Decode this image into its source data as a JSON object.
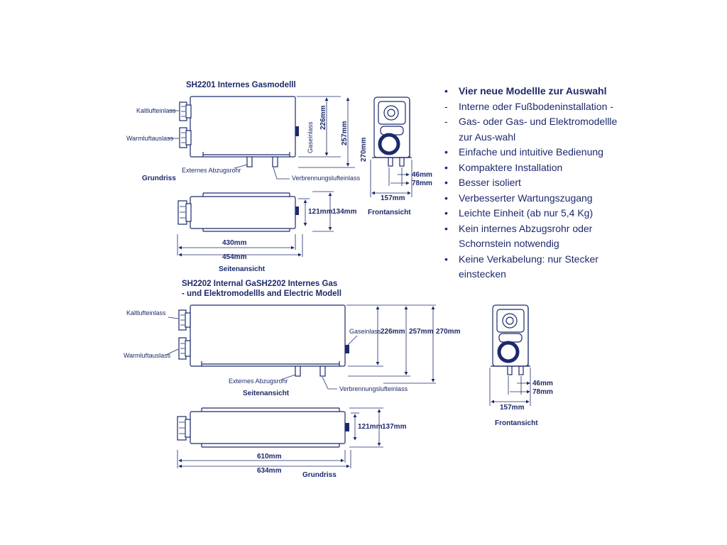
{
  "sh2201": {
    "title": "SH2201 Internes Gasmodelll",
    "kaltluft": "Kaltlufteinlass",
    "warmluft": "Warmluftauslass",
    "gaseinlass": "Gaseinlass",
    "abzug": "Externes Abzugsrohr",
    "verbrennung": "Verbrennungslufteinlass",
    "grundriss": "Grundriss",
    "seitenansicht": "Seitenansicht",
    "frontansicht": "Frontansicht",
    "d226": "226mm",
    "d257": "257mm",
    "d270": "270mm",
    "d121": "121mm",
    "d134": "134mm",
    "d430": "430mm",
    "d454": "454mm",
    "d46": "46mm",
    "d78": "78mm",
    "d157": "157mm"
  },
  "sh2202": {
    "title_line1": "SH2202 Internal GaSH2202 Internes Gas",
    "title_line2": "- und Elektromodellls and Electric Modell",
    "kaltluft": "Kaltlufteinlass",
    "warmluft": "Warmluftauslass",
    "gaseinlass": "Gaseinlass",
    "abzug": "Externes Abzugsrohr",
    "verbrennung": "Verbrennungslufteinlass",
    "seitenansicht": "Seitenansicht",
    "grundriss": "Grundriss",
    "frontansicht": "Frontansicht",
    "d226": "226mm",
    "d257": "257mm",
    "d270": "270mm",
    "d121": "121mm",
    "d137": "137mm",
    "d610": "610mm",
    "d634": "634mm",
    "d46": "46mm",
    "d78": "78mm",
    "d157": "157mm"
  },
  "features": [
    {
      "marker": "•",
      "text": "Vier neue Modellle zur Auswahl",
      "strong": true
    },
    {
      "marker": "-",
      "text": "Interne oder Fußbodeninstallation -"
    },
    {
      "marker": "-",
      "text": "Gas- oder Gas- und Elektromodellle zur Aus-wahl"
    },
    {
      "marker": "•",
      "text": "Einfache und intuitive Bedienung"
    },
    {
      "marker": "•",
      "text": "Kompaktere Installation"
    },
    {
      "marker": "•",
      "text": "Besser isoliert"
    },
    {
      "marker": "•",
      "text": "Verbesserter Wartungszugang"
    },
    {
      "marker": "•",
      "text": "Leichte Einheit (ab nur 5,4 Kg)"
    },
    {
      "marker": "•",
      "text": "Kein internes Abzugsrohr oder Schornstein notwendig"
    },
    {
      "marker": "•",
      "text": "Keine Verkabelung: nur Stecker einstecken"
    }
  ],
  "colors": {
    "ink": "#1c2a6b",
    "background": "#ffffff"
  }
}
